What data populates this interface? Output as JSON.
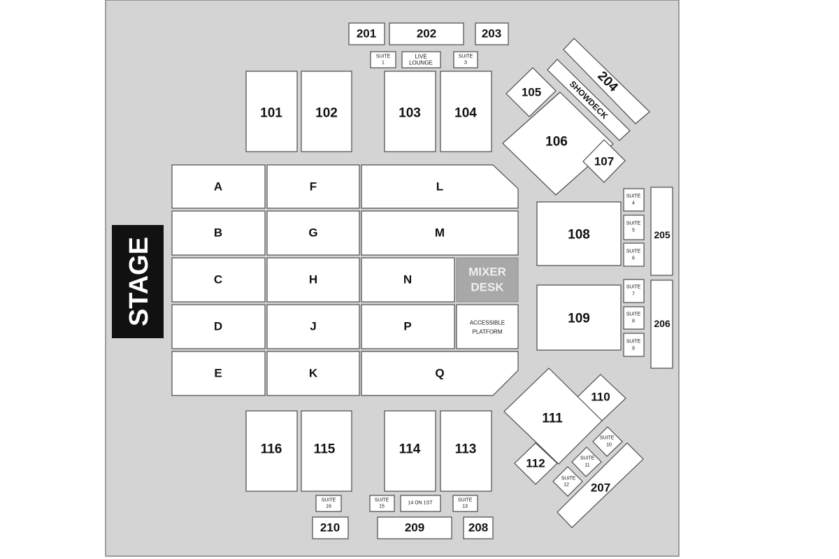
{
  "map": {
    "stage": "STAGE",
    "floor_sections": {
      "A": "A",
      "B": "B",
      "C": "C",
      "D": "D",
      "E": "E",
      "F": "F",
      "G": "G",
      "H": "H",
      "J": "J",
      "K": "K",
      "L": "L",
      "M": "M",
      "N": "N",
      "P": "P",
      "Q": "Q"
    },
    "mixer_desk": [
      "MIXER",
      "DESK"
    ],
    "accessible_platform": [
      "ACCESSIBLE",
      "PLATFORM"
    ],
    "lower_sections": {
      "s101": "101",
      "s102": "102",
      "s103": "103",
      "s104": "104",
      "s105": "105",
      "s106": "106",
      "s107": "107",
      "s108": "108",
      "s109": "109",
      "s110": "110",
      "s111": "111",
      "s112": "112",
      "s113": "113",
      "s114": "114",
      "s115": "115",
      "s116": "116"
    },
    "upper_sections": {
      "s201": "201",
      "s202": "202",
      "s203": "203",
      "s204": "204",
      "s205": "205",
      "s206": "206",
      "s207": "207",
      "s208": "208",
      "s209": "209",
      "s210": "210"
    },
    "showdeck": "SHOWDECK",
    "live_lounge": [
      "LIVE",
      "LOUNGE"
    ],
    "fourteen_on_first": "14 ON 1ST",
    "suites": {
      "s1": [
        "SUITE",
        "1"
      ],
      "s3": [
        "SUITE",
        "3"
      ],
      "s4": [
        "SUITE",
        "4"
      ],
      "s5": [
        "SUITE",
        "5"
      ],
      "s6": [
        "SUITE",
        "6"
      ],
      "s7": [
        "SUITE",
        "7"
      ],
      "s8": [
        "SUITE",
        "8"
      ],
      "s9": [
        "SUITE",
        "9"
      ],
      "s10": [
        "SUITE",
        "10"
      ],
      "s11": [
        "SUITE",
        "11"
      ],
      "s12": [
        "SUITE",
        "12"
      ],
      "s13": [
        "SUITE",
        "13"
      ],
      "s15": [
        "SUITE",
        "15"
      ],
      "s16": [
        "SUITE",
        "16"
      ]
    },
    "colors": {
      "floor": "#d4d4d4",
      "section_fill": "#ffffff",
      "stage": "#111111",
      "mixer_desk": "#a8a8a8"
    }
  }
}
